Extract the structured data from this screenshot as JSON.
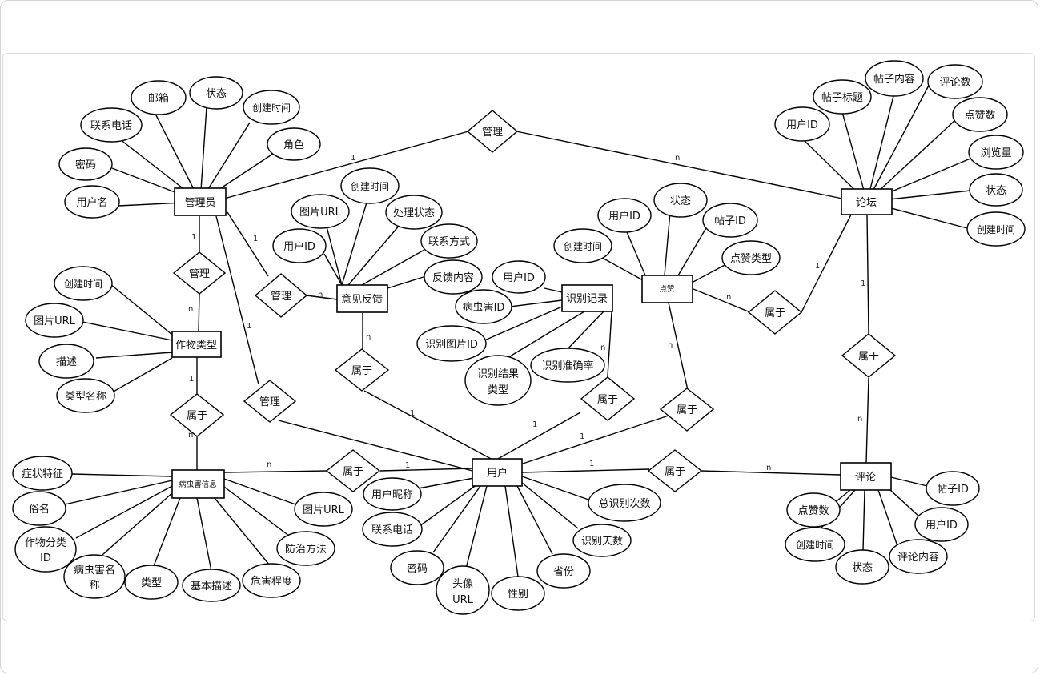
{
  "entities": {
    "admin": "管理员",
    "forum": "论坛",
    "feedback": "意见反馈",
    "crop_type": "作物类型",
    "pest_info": "病虫害信息",
    "user": "用户",
    "recognition": "识别记录",
    "like": "点赞",
    "comment": "评论"
  },
  "relationships": {
    "admin_forum": "管理",
    "admin_crop": "管理",
    "admin_feedback": "管理",
    "admin_user": "管理",
    "feedback_user": "属于",
    "crop_pest": "属于",
    "pest_user": "属于",
    "recognition_user": "属于",
    "like_user": "属于",
    "like_forum": "属于",
    "forum_comment": "属于",
    "user_comment": "属于"
  },
  "attributes": {
    "admin": {
      "email": "邮箱",
      "status": "状态",
      "created": "创建时间",
      "phone": "联系电话",
      "role": "角色",
      "password": "密码",
      "username": "用户名"
    },
    "forum": {
      "content": "帖子内容",
      "title": "帖子标题",
      "comments": "评论数",
      "user_id": "用户ID",
      "likes": "点赞数",
      "views": "浏览量",
      "status": "状态",
      "created": "创建时间"
    },
    "feedback": {
      "created": "创建时间",
      "image_url": "图片URL",
      "process_status": "处理状态",
      "user_id": "用户ID",
      "contact": "联系方式",
      "content": "反馈内容"
    },
    "crop_type": {
      "created": "创建时间",
      "image_url": "图片URL",
      "description": "描述",
      "type_name": "类型名称"
    },
    "pest_info": {
      "symptoms": "症状特征",
      "common_name": "俗名",
      "crop_class_id_1": "作物分类",
      "crop_class_id_2": "ID",
      "pest_name_1": "病虫害名",
      "pest_name_2": "称",
      "type": "类型",
      "basic_desc": "基本描述",
      "severity": "危害程度",
      "prevention": "防治方法",
      "image_url": "图片URL"
    },
    "recognition": {
      "user_id": "用户ID",
      "pest_id": "病虫害ID",
      "image_id": "识别图片ID",
      "result_type_1": "识别结果",
      "result_type_2": "类型",
      "accuracy": "识别准确率"
    },
    "like": {
      "status": "状态",
      "user_id": "用户ID",
      "post_id": "帖子ID",
      "created": "创建时间",
      "like_type": "点赞类型"
    },
    "user": {
      "nickname": "用户昵称",
      "phone": "联系电话",
      "password": "密码",
      "avatar_1": "头像",
      "avatar_2": "URL",
      "gender": "性别",
      "province": "省份",
      "total_count": "总识别次数",
      "days": "识别天数"
    },
    "comment": {
      "post_id": "帖子ID",
      "likes": "点赞数",
      "user_id": "用户ID",
      "created": "创建时间",
      "content": "评论内容",
      "status": "状态"
    }
  },
  "cardinality": {
    "one": "1",
    "many": "n"
  }
}
